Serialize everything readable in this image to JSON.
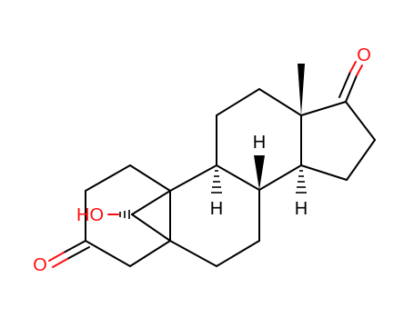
{
  "molecule": {
    "atom_labels": {
      "ketone_top_O": "O",
      "ketone_bottom_O": "O",
      "hydroxyl": "HO",
      "h_c8": "H",
      "h_c9": "H",
      "h_c14": "H"
    },
    "colors": {
      "carbon_bond": "#000000",
      "oxygen": "#ff0d0d",
      "hydrogen_label": "#000000"
    }
  }
}
